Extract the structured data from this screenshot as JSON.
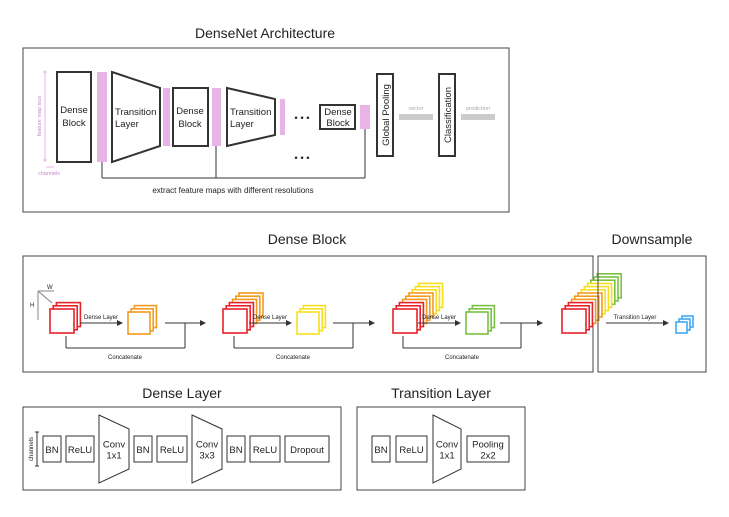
{
  "titles": {
    "architecture": "DenseNet Architecture",
    "dense_block": "Dense Block",
    "downsample": "Downsample",
    "dense_layer": "Dense Layer",
    "transition_layer": "Transition Layer"
  },
  "architecture": {
    "feature_map_size": "feature map size",
    "channels": "channels",
    "dense_block_1": [
      "Dense",
      "Block"
    ],
    "transition_1": [
      "Transition",
      "Layer"
    ],
    "dense_block_2": [
      "Dense",
      "Block"
    ],
    "transition_2": [
      "Transition",
      "Layer"
    ],
    "ellipsis": "• • •",
    "dense_block_n": [
      "Dense",
      "Block"
    ],
    "global_pooling": "Global Pooling",
    "vector": "vector",
    "classification": "Classification",
    "prediction": "prediction",
    "bracket_caption": "extract feature maps with different resolutions"
  },
  "dense_block": {
    "axis_w": "W",
    "axis_h": "H",
    "dense_layer_labels": [
      "Dense Layer",
      "Dense Layer",
      "Dense Layer"
    ],
    "concatenate_labels": [
      "Concatenate",
      "Concatenate",
      "Concatenate"
    ]
  },
  "downsample": {
    "transition_label": "Transition Layer"
  },
  "dense_layer": {
    "channels": "channels",
    "ops": [
      [
        "BN"
      ],
      [
        "ReLU"
      ],
      [
        "Conv",
        "1x1"
      ],
      [
        "BN"
      ],
      [
        "ReLU"
      ],
      [
        "Conv",
        "3x3"
      ],
      [
        "BN"
      ],
      [
        "ReLU"
      ],
      [
        "Dropout"
      ]
    ]
  },
  "transition_layer": {
    "ops": [
      [
        "BN"
      ],
      [
        "ReLU"
      ],
      [
        "Conv",
        "1x1"
      ],
      [
        "Pooling",
        "2x2"
      ]
    ]
  },
  "colors": {
    "pink": "#e8b4e6",
    "grey_bar": "#cccccc",
    "red": "#e8202a",
    "orange": "#f39a1f",
    "yellow": "#f6df20",
    "green": "#7ac143",
    "blue": "#3fa9f5",
    "dark": "#333333"
  }
}
